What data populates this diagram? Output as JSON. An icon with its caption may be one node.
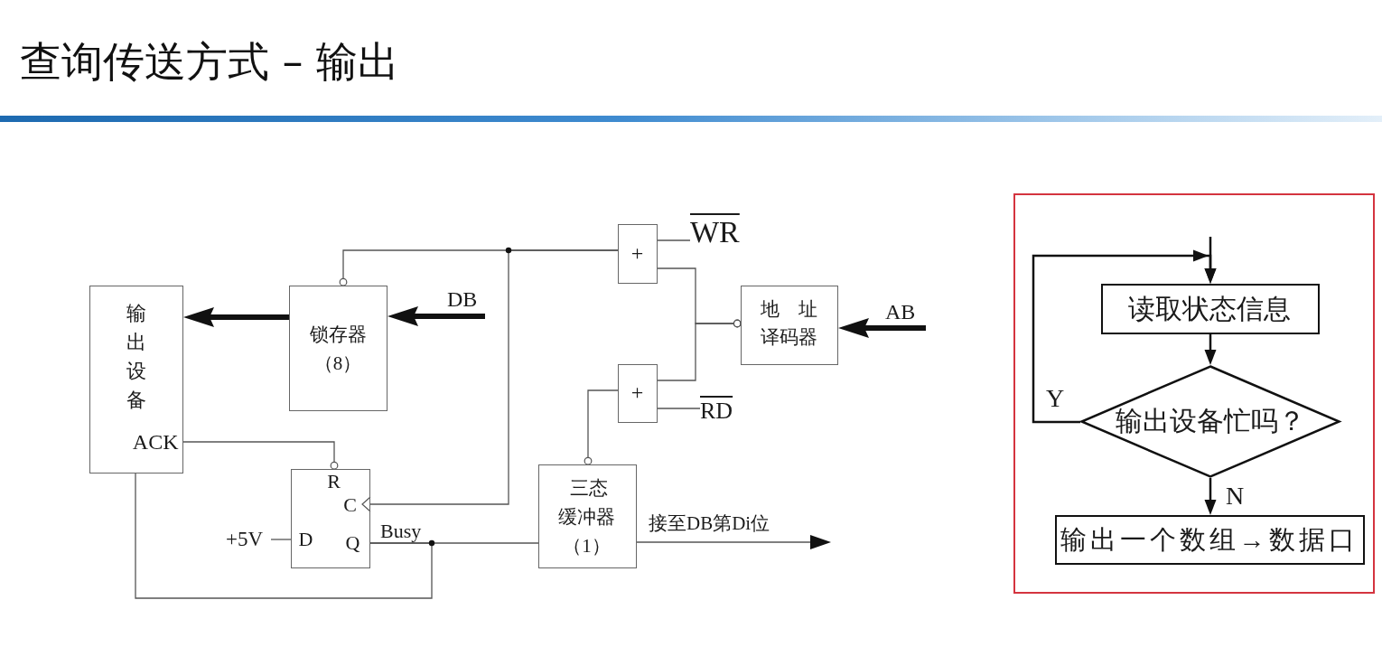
{
  "diagram": {
    "title": "查询传送方式 – 输出",
    "nodes": [
      {
        "text": [
          "输出设备",
          "ACK"
        ]
      },
      {
        "text": [
          "锁存器（8）"
        ]
      },
      {
        "text": [
          "+"
        ]
      },
      {
        "text": [
          "WR"
        ]
      },
      {
        "text": [
          "地址译码器"
        ]
      },
      {
        "text": [
          "+"
        ]
      },
      {
        "text": [
          "RD"
        ]
      },
      {
        "text": [
          "R",
          "C",
          "D",
          "Q"
        ]
      },
      {
        "text": [
          "+5V"
        ]
      },
      {
        "text": [
          "三态缓冲器（1）"
        ]
      },
      {
        "text": [],
        "shape": "box"
      },
      {
        "text": [
          "读取状态信息"
        ],
        "in": 10
      },
      {
        "text": [
          "输出设备忙吗？"
        ],
        "in": 10
      },
      {
        "text": [
          "输出一个数组→数据口"
        ],
        "in": 10
      }
    ],
    "edges": [
      {
        "from": 1,
        "to": 0,
        "arrow": "to",
        "style": "thick"
      },
      {
        "from": null,
        "to": 1,
        "arrow": "to",
        "style": "thick",
        "label": "DB"
      },
      {
        "from": 3,
        "to": 2,
        "arrow": "none"
      },
      {
        "from": null,
        "to": 4,
        "arrow": "to",
        "style": "thick",
        "label": "AB"
      },
      {
        "from": 4,
        "to": 2,
        "arrow": "other"
      },
      {
        "from": 4,
        "to": 5,
        "arrow": "other"
      },
      {
        "from": 6,
        "to": 5,
        "arrow": "none"
      },
      {
        "from": 2,
        "to": 1,
        "arrow": "other"
      },
      {
        "from": 2,
        "to": 7,
        "arrow": "to"
      },
      {
        "from": 5,
        "to": 9,
        "arrow": "other"
      },
      {
        "from": 0,
        "to": 7,
        "arrow": "other"
      },
      {
        "from": 8,
        "to": 7,
        "arrow": "none"
      },
      {
        "from": 7,
        "to": 9,
        "arrow": "none",
        "label": "Busy"
      },
      {
        "from": 7,
        "to": 0,
        "arrow": "none"
      },
      {
        "from": 9,
        "to": null,
        "arrow": "to",
        "label": "接至DB第Di位"
      },
      {
        "from": null,
        "to": 11,
        "arrow": "to"
      },
      {
        "from": 11,
        "to": 12,
        "arrow": "to"
      },
      {
        "from": 12,
        "to": 11,
        "arrow": "to",
        "label": "Y"
      },
      {
        "from": 12,
        "to": 13,
        "arrow": "to",
        "label": "N"
      }
    ]
  }
}
